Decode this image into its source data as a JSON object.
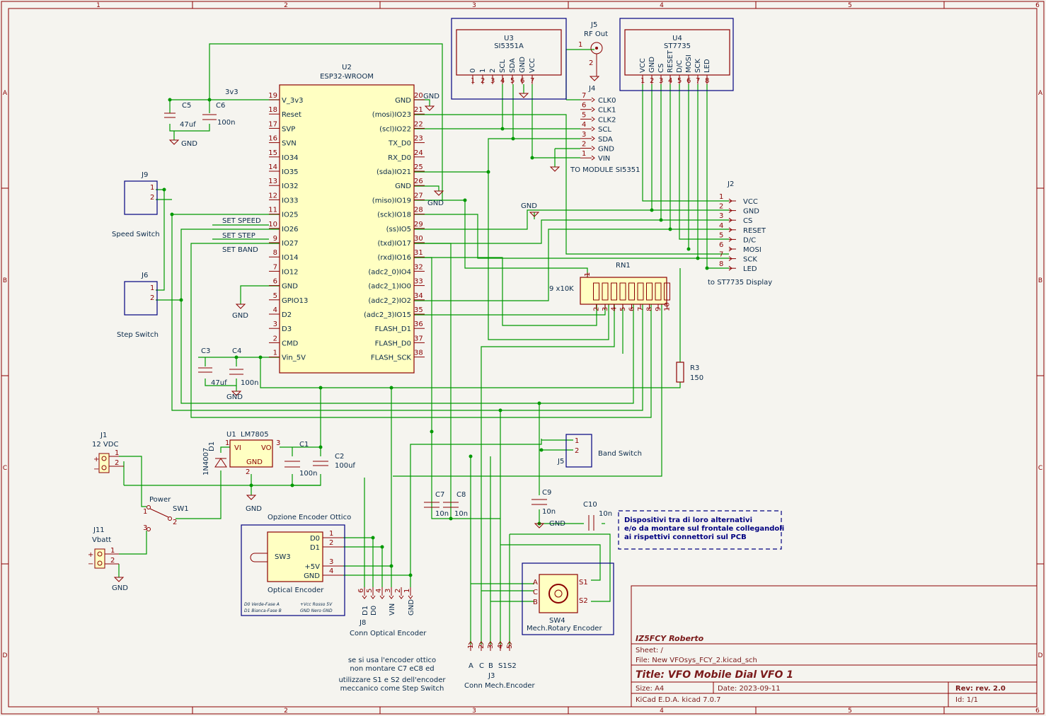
{
  "frame": {
    "col_labels": [
      "1",
      "2",
      "3",
      "4",
      "5",
      "6"
    ],
    "row_labels": [
      "A",
      "B",
      "C",
      "D"
    ]
  },
  "u2": {
    "ref": "U2",
    "value": "ESP32-WROOM",
    "left_pins": [
      {
        "num": "19",
        "name": "V_3v3"
      },
      {
        "num": "18",
        "name": "Reset"
      },
      {
        "num": "17",
        "name": "SVP"
      },
      {
        "num": "16",
        "name": "SVN"
      },
      {
        "num": "15",
        "name": "IO34"
      },
      {
        "num": "14",
        "name": "IO35"
      },
      {
        "num": "13",
        "name": "IO32"
      },
      {
        "num": "12",
        "name": "IO33"
      },
      {
        "num": "11",
        "name": "IO25"
      },
      {
        "num": "10",
        "name": "IO26"
      },
      {
        "num": "9",
        "name": "IO27"
      },
      {
        "num": "8",
        "name": "IO14"
      },
      {
        "num": "7",
        "name": "IO12"
      },
      {
        "num": "6",
        "name": "GND"
      },
      {
        "num": "5",
        "name": "GPIO13"
      },
      {
        "num": "4",
        "name": "D2"
      },
      {
        "num": "3",
        "name": "D3"
      },
      {
        "num": "2",
        "name": "CMD"
      },
      {
        "num": "1",
        "name": "Vin_5V"
      }
    ],
    "right_pins": [
      {
        "num": "20",
        "name": "GND"
      },
      {
        "num": "21",
        "name": "(mosi)IO23"
      },
      {
        "num": "22",
        "name": "(scl)IO22"
      },
      {
        "num": "23",
        "name": "TX_D0"
      },
      {
        "num": "24",
        "name": "RX_D0"
      },
      {
        "num": "25",
        "name": "(sda)IO21"
      },
      {
        "num": "26",
        "name": "GND"
      },
      {
        "num": "27",
        "name": "(miso)IO19"
      },
      {
        "num": "28",
        "name": "(sck)IO18"
      },
      {
        "num": "29",
        "name": "(ss)IO5"
      },
      {
        "num": "30",
        "name": "(txd)IO17"
      },
      {
        "num": "31",
        "name": "(rxd)IO16"
      },
      {
        "num": "32",
        "name": "(adc2_0)IO4"
      },
      {
        "num": "33",
        "name": "(adc2_1)IO0"
      },
      {
        "num": "34",
        "name": "(adc2_2)IO2"
      },
      {
        "num": "35",
        "name": "(adc2_3)IO15"
      },
      {
        "num": "36",
        "name": "FLASH_D1"
      },
      {
        "num": "37",
        "name": "FLASH_D0"
      },
      {
        "num": "38",
        "name": "FLASH_SCK"
      }
    ]
  },
  "u3": {
    "ref": "U3",
    "value": "SI5351A",
    "pins": [
      "0",
      "1",
      "2",
      "SCL",
      "SDA",
      "GND",
      "VCC"
    ],
    "nums": [
      "1",
      "2",
      "3",
      "4",
      "5",
      "6",
      "7"
    ]
  },
  "u4": {
    "ref": "U4",
    "value": "ST7735",
    "pins": [
      "VCC",
      "GND",
      "CS",
      "RESET",
      "D/C",
      "MOSI",
      "SCK",
      "LED"
    ],
    "nums": [
      "1",
      "2",
      "3",
      "4",
      "5",
      "6",
      "7",
      "8"
    ]
  },
  "j5rf": {
    "ref": "J5",
    "value": "RF Out",
    "p1": "1",
    "p2": "2"
  },
  "j4": {
    "ref": "J4",
    "caption": "TO MODULE SI5351",
    "pins": [
      {
        "num": "7",
        "name": "CLK0"
      },
      {
        "num": "6",
        "name": "CLK1"
      },
      {
        "num": "5",
        "name": "CLK2"
      },
      {
        "num": "4",
        "name": "SCL"
      },
      {
        "num": "3",
        "name": "SDA"
      },
      {
        "num": "2",
        "name": "GND"
      },
      {
        "num": "1",
        "name": "VIN"
      }
    ]
  },
  "j2": {
    "ref": "J2",
    "caption": "to ST7735 Display",
    "pins": [
      {
        "num": "1",
        "name": "VCC"
      },
      {
        "num": "2",
        "name": "GND"
      },
      {
        "num": "3",
        "name": "CS"
      },
      {
        "num": "4",
        "name": "RESET"
      },
      {
        "num": "5",
        "name": "D/C"
      },
      {
        "num": "6",
        "name": "MOSI"
      },
      {
        "num": "7",
        "name": "SCK"
      },
      {
        "num": "8",
        "name": "LED"
      }
    ]
  },
  "rn1": {
    "ref": "RN1",
    "value": "9 x10K",
    "pins": [
      "1",
      "2",
      "3",
      "4",
      "5",
      "6",
      "7",
      "8",
      "9",
      "10"
    ]
  },
  "r3": {
    "ref": "R3",
    "value": "150"
  },
  "j9": {
    "ref": "J9",
    "caption": "Speed Switch"
  },
  "j6": {
    "ref": "J6",
    "caption": "Step Switch"
  },
  "j5band": {
    "ref": "J5",
    "caption": "Band Switch"
  },
  "nets": {
    "speed": "SET SPEED",
    "step": "SET STEP",
    "band": "SET BAND",
    "v33": "3v3",
    "gnd": "GND"
  },
  "caps": {
    "c5": {
      "ref": "C5",
      "value": "47uf"
    },
    "c6": {
      "ref": "C6",
      "value": "100n"
    },
    "c3": {
      "ref": "C3",
      "value": "47uf"
    },
    "c4": {
      "ref": "C4",
      "value": "100n"
    },
    "c1": {
      "ref": "C1",
      "value": "100n"
    },
    "c2": {
      "ref": "C2",
      "value": "100uf"
    },
    "c7": {
      "ref": "C7",
      "value": "10n"
    },
    "c8": {
      "ref": "C8",
      "value": "10n"
    },
    "c9": {
      "ref": "C9",
      "value": "10n"
    },
    "c10": {
      "ref": "C10",
      "value": "10n"
    }
  },
  "u1": {
    "ref": "U1",
    "value": "LM7805",
    "vi": "VI",
    "vo": "VO",
    "gnd": "GND",
    "p1": "1",
    "p2": "2",
    "p3": "3"
  },
  "d1": {
    "ref": "D1",
    "value": "1N4007"
  },
  "j1": {
    "ref": "J1",
    "value": "12 VDC"
  },
  "j11": {
    "ref": "J11",
    "value": "Vbatt"
  },
  "sw1": {
    "ref": "SW1",
    "value": "Power",
    "p1": "1",
    "p2": "2",
    "p3": "3"
  },
  "sw3": {
    "title": "Opzione Encoder Ottico",
    "ref": "SW3",
    "value": "Optical Encoder",
    "pins": [
      {
        "num": "1",
        "name": "D0"
      },
      {
        "num": "2",
        "name": "D1"
      },
      {
        "num": "3",
        "name": "+5V"
      },
      {
        "num": "4",
        "name": "GND"
      }
    ],
    "note1": "D0 Verde-Fase A",
    "note2": "D1 Bianca-Fase B",
    "note3": "+Vcc Rosso 5V",
    "note4": "GND Nero GND"
  },
  "j8": {
    "ref": "J8",
    "value": "Conn Optical Encoder",
    "pins": [
      "6",
      "5",
      "4",
      "3",
      "2",
      "1"
    ],
    "labels": [
      "D1",
      "D0",
      "",
      "VIN",
      "",
      "GND"
    ]
  },
  "j3": {
    "ref": "J3",
    "value": "Conn Mech.Encoder",
    "pins": [
      "1",
      "2",
      "3",
      "4",
      "5"
    ],
    "labels": [
      "A",
      "C",
      "B",
      "S1",
      "S2"
    ]
  },
  "sw4": {
    "ref": "SW4",
    "value": "Mech.Rotary Encoder",
    "a": "A",
    "c": "C",
    "b": "B",
    "s1": "S1",
    "s2": "S2"
  },
  "note_box": [
    "Dispositivi tra di loro alternativi",
    "e/o da montare sul frontale collegandoli",
    "ai rispettivi connettori sul PCB"
  ],
  "note_bottom": [
    "se si usa l'encoder ottico",
    "non montare C7 eC8 ed",
    "utilizzare S1 e S2 dell'encoder",
    "meccanico come Step Switch"
  ],
  "title_block": {
    "author": "IZ5FCY Roberto",
    "sheet": "Sheet: /",
    "file": "File: New VFOsys_FCY_2.kicad_sch",
    "title": "Title: VFO Mobile Dial VFO 1",
    "size": "Size: A4",
    "date": "Date: 2023-09-11",
    "rev": "Rev: rev. 2.0",
    "tool": "KiCad E.D.A.  kicad 7.0.7",
    "id": "Id: 1/1"
  }
}
